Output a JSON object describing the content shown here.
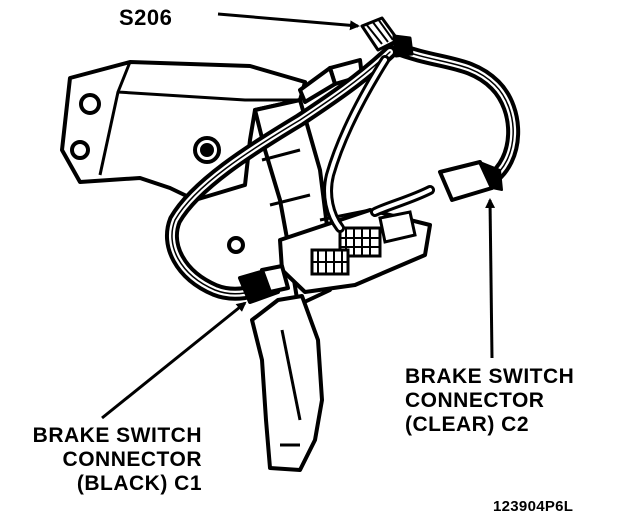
{
  "labels": {
    "s206": "S206",
    "c2": [
      "BRAKE SWITCH",
      "CONNECTOR",
      "(CLEAR) C2"
    ],
    "c1": [
      "BRAKE SWITCH",
      "CONNECTOR",
      "(BLACK) C1"
    ],
    "figure_code": "123904P6L"
  },
  "colors": {
    "ink": "#000000",
    "paper": "#ffffff"
  }
}
